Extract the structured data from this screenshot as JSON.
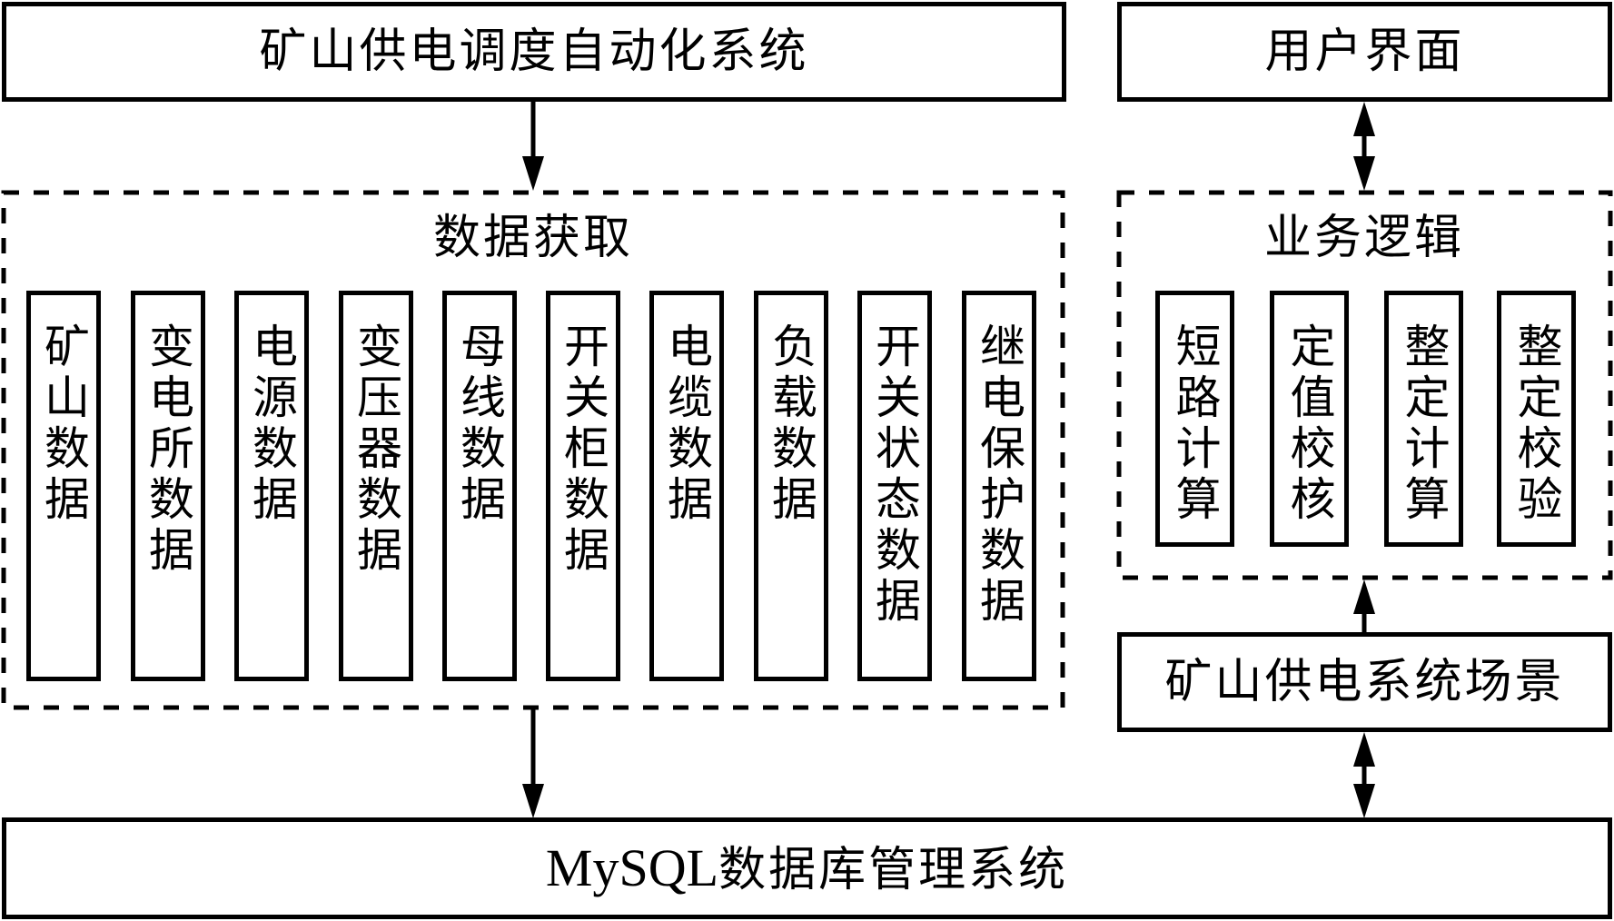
{
  "top_system": {
    "label": "矿山供电调度自动化系统"
  },
  "user_interface": {
    "label": "用户界面"
  },
  "data_acquisition": {
    "title": "数据获取",
    "items": [
      {
        "label": "矿山数据"
      },
      {
        "label": "变电所数据"
      },
      {
        "label": "电源数据"
      },
      {
        "label": "变压器数据"
      },
      {
        "label": "母线数据"
      },
      {
        "label": "开关柜数据"
      },
      {
        "label": "电缆数据"
      },
      {
        "label": "负载数据"
      },
      {
        "label": "开关状态数据"
      },
      {
        "label": "继电保护数据"
      }
    ]
  },
  "business_logic": {
    "title": "业务逻辑",
    "items": [
      {
        "label": "短路计算"
      },
      {
        "label": "定值校核"
      },
      {
        "label": "整定计算"
      },
      {
        "label": "整定校验"
      }
    ]
  },
  "scenario": {
    "label": "矿山供电系统场景"
  },
  "database": {
    "latin": "MySQL",
    "label": "数据库管理系统"
  },
  "connections": [
    {
      "from": "矿山供电调度自动化系统",
      "to": "数据获取",
      "type": "one-way"
    },
    {
      "from": "数据获取",
      "to": "MySQL数据库管理系统",
      "type": "one-way"
    },
    {
      "from": "用户界面",
      "to": "业务逻辑",
      "type": "two-way"
    },
    {
      "from": "矿山供电系统场景",
      "to": "业务逻辑",
      "type": "one-way"
    },
    {
      "from": "矿山供电系统场景",
      "to": "MySQL数据库管理系统",
      "type": "two-way"
    }
  ]
}
